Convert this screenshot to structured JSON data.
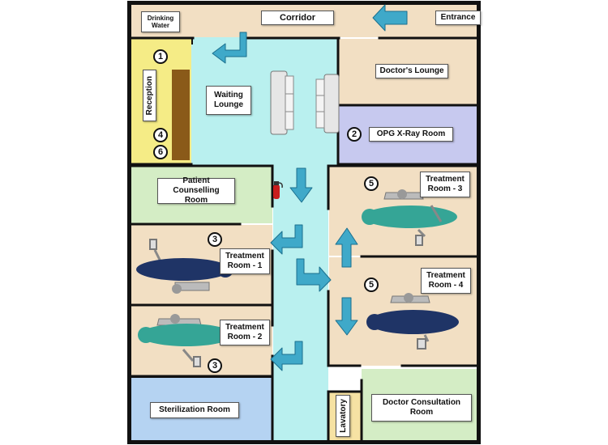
{
  "rooms": {
    "corridor": "Corridor",
    "entrance": "Entrance",
    "drinking_water": [
      "Drinking",
      "Water"
    ],
    "reception": "Reception",
    "waiting_lounge": [
      "Waiting",
      "Lounge"
    ],
    "doctors_lounge": "Doctor's Lounge",
    "opg_xray": "OPG X-Ray Room",
    "patient_counselling": [
      "Patient",
      "Counselling Room"
    ],
    "treatment_1": [
      "Treatment",
      "Room - 1"
    ],
    "treatment_2": [
      "Treatment",
      "Room - 2"
    ],
    "treatment_3": [
      "Treatment",
      "Room - 3"
    ],
    "treatment_4": [
      "Treatment",
      "Room - 4"
    ],
    "sterilization": "Sterilization Room",
    "lavatory": "Lavatory",
    "doctor_consultation": [
      "Doctor Consultation",
      "Room"
    ]
  },
  "steps": {
    "reception_top": "1",
    "opg_xray": "2",
    "treatment_1": "3",
    "treatment_2": "3",
    "treatment_3": "5",
    "treatment_4": "5",
    "reception_mid": "4",
    "reception_bottom": "6"
  },
  "colors": {
    "corridor_floor": "#f2dfc3",
    "hallway": "#b9f0ef",
    "reception": "#f5ec86",
    "desk": "#8a5a19",
    "doctors_lounge": "#f2dfc3",
    "opg_xray": "#c7c9ef",
    "counselling": "#d4edc5",
    "treatment": "#f2dfc3",
    "sterilization": "#b5d3f2",
    "lavatory": "#f6e2a3",
    "consultation": "#d4edc5",
    "wall": "#111111",
    "arrow": "#3fa9c9",
    "chair_dark": "#1f3466",
    "chair_teal": "#35a596"
  },
  "icons": [
    "flow-arrow-icon",
    "sofa-icon",
    "fire-extinguisher-icon",
    "dental-chair-icon"
  ]
}
